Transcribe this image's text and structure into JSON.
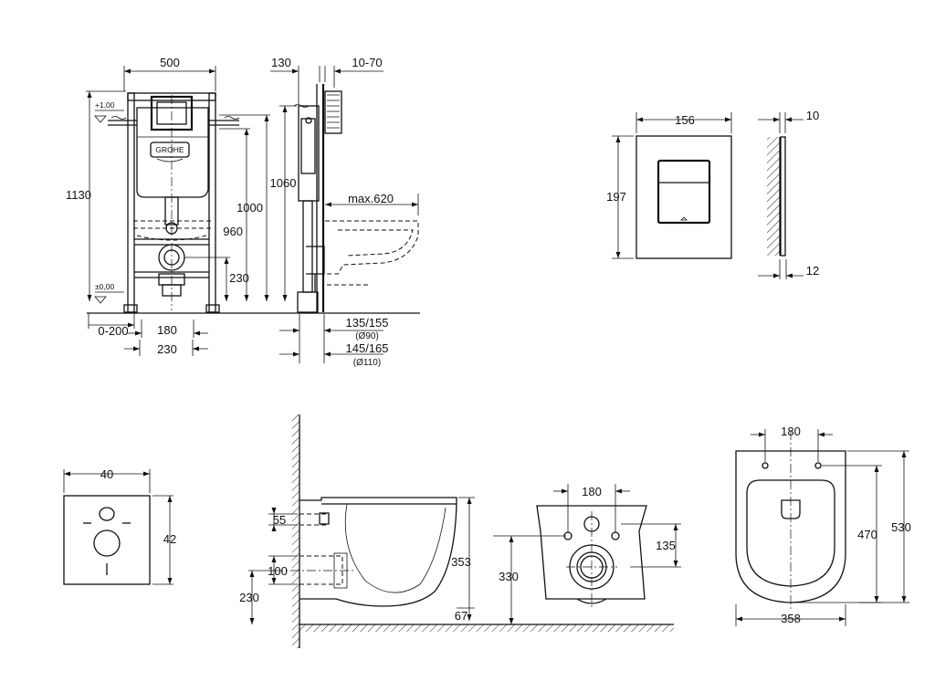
{
  "frame": {
    "width": "500",
    "depth": "130",
    "wall_range": "10-70",
    "total_height": "1130",
    "h_1060": "1060",
    "h_1000": "1000",
    "h_960": "960",
    "h_230": "230",
    "max_projection": "max.620",
    "floor_range": "0-200",
    "d_180": "180",
    "d_230": "230",
    "drain_a": "135/155",
    "drain_a_dia": "(Ø90)",
    "drain_b": "145/165",
    "drain_b_dia": "(Ø110)",
    "level_top": "+1,00",
    "level_zero": "±0,00",
    "brand": "GROHE"
  },
  "plate": {
    "width": "156",
    "height": "197",
    "depth": "10",
    "offset": "12"
  },
  "pad": {
    "width": "40",
    "height": "42"
  },
  "toilet_side": {
    "d_55": "55",
    "d_100": "100",
    "d_230": "230",
    "h_353": "353",
    "d_67": "67"
  },
  "toilet_back": {
    "width": "180",
    "h_330": "330",
    "d_135": "135"
  },
  "toilet_top": {
    "hole_spacing": "180",
    "length_470": "470",
    "length_530": "530",
    "width": "358"
  }
}
